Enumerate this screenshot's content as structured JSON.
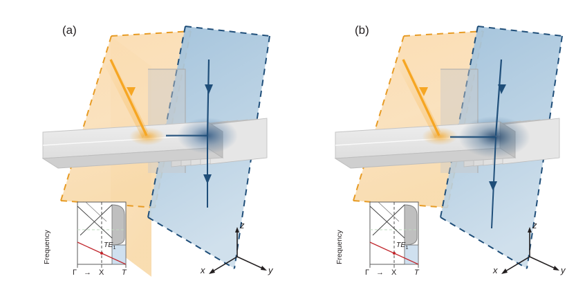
{
  "figure": {
    "panels": [
      {
        "tag": "(a)",
        "axes": {
          "x": "x",
          "y": "y",
          "z": "z"
        },
        "inset": {
          "ylabel": "Frequency",
          "xlabel_left": "Γ",
          "xlabel_arrow": "→",
          "xlabel_right": "X",
          "xlabel_T": "T",
          "mode_label": "TE",
          "mode_sub": "1"
        },
        "planes": {
          "left_color": "#f5b861",
          "right_color": "#6f9cc4",
          "left_beam_color": "#f5a623",
          "right_beam_color": "#1f4e79"
        },
        "waveguide_color": "#d9d9d9"
      },
      {
        "tag": "(b)",
        "axes": {
          "x": "x",
          "y": "y",
          "z": "z"
        },
        "inset": {
          "ylabel": "Frequency",
          "xlabel_left": "Γ",
          "xlabel_arrow": "→",
          "xlabel_right": "X",
          "xlabel_T": "T",
          "mode_label": "TE",
          "mode_sub": "1"
        },
        "planes": {
          "left_color": "#f5b861",
          "right_color": "#6f9cc4",
          "left_beam_color": "#f5a623",
          "right_beam_color": "#1f4e79"
        },
        "waveguide_color": "#d9d9d9"
      }
    ]
  }
}
